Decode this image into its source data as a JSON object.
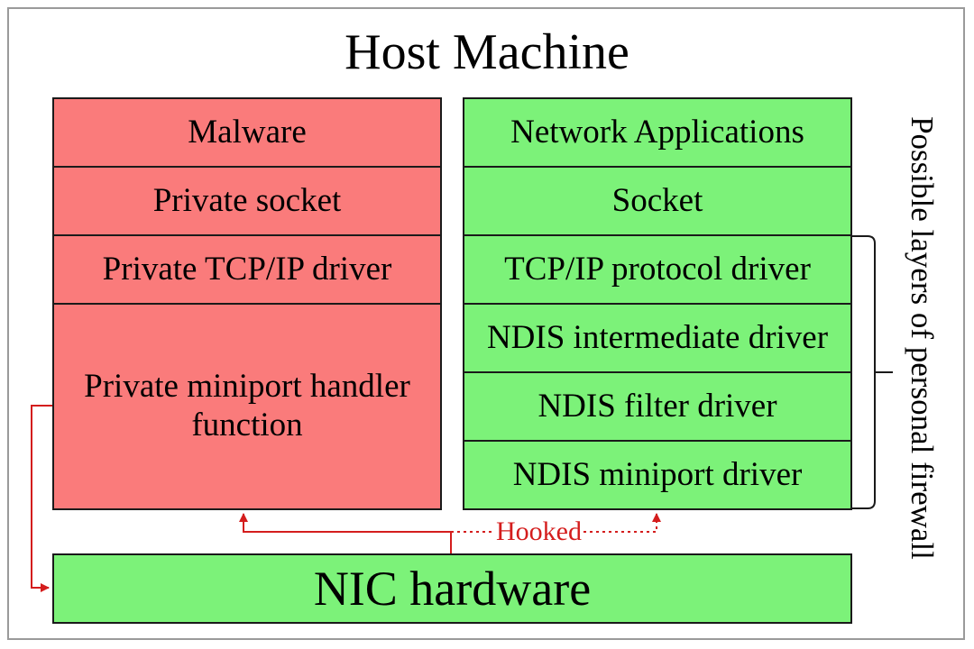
{
  "title": "Host Machine",
  "left_stack": [
    "Malware",
    "Private socket",
    "Private TCP/IP driver",
    "Private miniport handler function"
  ],
  "right_stack": [
    "Network Applications",
    "Socket",
    "TCP/IP protocol driver",
    "NDIS intermediate driver",
    "NDIS filter driver",
    "NDIS miniport driver"
  ],
  "nic_label": "NIC hardware",
  "side_label": "Possible layers of personal firewall",
  "hooked_label": "Hooked",
  "colors": {
    "malware_fill": "#fa7b7b",
    "stack_fill": "#7cf279",
    "arrow": "#d41d1d"
  }
}
